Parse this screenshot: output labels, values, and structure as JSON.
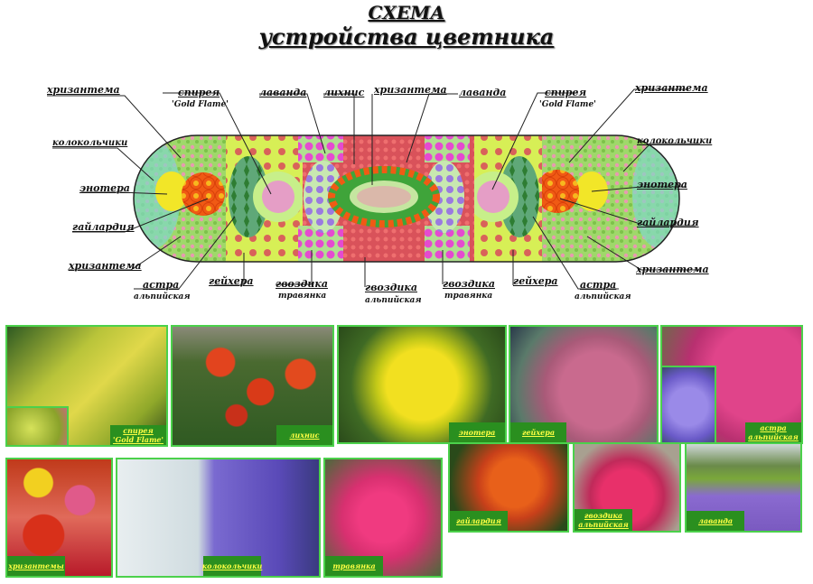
{
  "title": {
    "line1": "СХЕМА",
    "line2": "устройства цветника"
  },
  "colors": {
    "caption_bg": "#2a8f1f",
    "caption_text": "#ffff44",
    "photo_border": "#4bd14b",
    "outline": "#222222"
  },
  "labels": {
    "left_khrizantema_top": "хризантема",
    "left_spireya": "спирея",
    "left_spireya_sub": "'Gold Flame'",
    "lavanda_1": "лаванда",
    "likhnis": "лихнис",
    "khrizantema_center": "хризантема",
    "lavanda_2": "лаванда",
    "right_spireya": "спирея",
    "right_spireya_sub": "'Gold Flame'",
    "right_khrizantema_top": "хризантема",
    "left_kolokolchiki": "колокольчики",
    "left_enotera": "энотера",
    "left_gaylardiya": "гайлардия",
    "left_khrizantema_bottom": "хризантема",
    "left_astra": "астра",
    "left_astra_sub": "альпийская",
    "left_geykhera": "гейхера",
    "left_gvozdika": "гвоздика",
    "left_gvozdika_sub": "травянка",
    "center_gvozdika": "гвоздика",
    "center_gvozdika_sub": "альпийская",
    "right_gvozdika": "гвоздика",
    "right_gvozdika_sub": "травянка",
    "right_geykhera": "гейхера",
    "right_astra": "астра",
    "right_astra_sub": "альпийская",
    "right_kolokolchiki": "колокольчики",
    "right_enotera": "энотера",
    "right_gaylardiya": "гайлардия",
    "right_khrizantema_bottom": "хризантема"
  },
  "photos": [
    {
      "caption": "спирея",
      "caption2": "'Gold Flame'",
      "name": "spireya"
    },
    {
      "caption": "лихнис",
      "caption2": "",
      "name": "likhnis"
    },
    {
      "caption": "энотера",
      "caption2": "",
      "name": "enotera"
    },
    {
      "caption": "гейхера",
      "caption2": "",
      "name": "geykhera"
    },
    {
      "caption": "астра",
      "caption2": "альпийская",
      "name": "astra"
    },
    {
      "caption": "хризантемы",
      "caption2": "",
      "name": "khrizantemy"
    },
    {
      "caption": "колокольчики",
      "caption2": "",
      "name": "kolokolchiki"
    },
    {
      "caption": "травянка",
      "caption2": "",
      "name": "travyanka"
    },
    {
      "caption": "гайлардия",
      "caption2": "",
      "name": "gaylardiya"
    },
    {
      "caption": "гвоздика",
      "caption2": "альпийская",
      "name": "gvozdika"
    },
    {
      "caption": "лаванда",
      "caption2": "",
      "name": "lavanda"
    }
  ]
}
